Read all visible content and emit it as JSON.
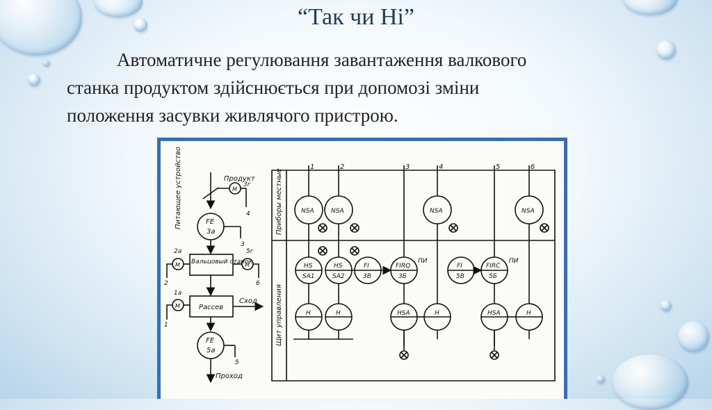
{
  "slide": {
    "title": "“Так чи Ні”",
    "paragraph": [
      "Автоматичне регулювання завантаження валкового",
      "станка продуктом здійснюється при допомозі зміни",
      "положення засувки живлячого пристрою."
    ]
  },
  "diagram": {
    "labels": {
      "feeder": "Питающее устройство",
      "product": "Продукт",
      "mill": "Вальцовый станок",
      "sifter": "Рассев",
      "outlet": "Сход",
      "pass": "Проход",
      "local_instruments": "Приборы местные",
      "control_panel": "Щит управления",
      "pi_1": "ПИ",
      "pi_2": "ПИ"
    },
    "tags": {
      "fe_3a": [
        "FE",
        "3а"
      ],
      "fe_5a": [
        "FE",
        "5а"
      ],
      "m_3g": "М",
      "m_2a": "М",
      "m_5g": "М",
      "m_1a": "М",
      "lbl_3g": "3г",
      "lbl_4": "4",
      "lbl_3": "3",
      "lbl_2a": "2а",
      "lbl_5g": "5г",
      "lbl_2": "2",
      "lbl_6": "6",
      "lbl_1a": "1а",
      "lbl_1": "1",
      "lbl_5": "5"
    },
    "column_numbers": [
      "1",
      "2",
      "3",
      "4",
      "5",
      "6"
    ],
    "local_nsa": [
      "NSA",
      "NSA",
      "NSA",
      "NSA"
    ],
    "panel_row1": [
      [
        "HS",
        "SA1"
      ],
      [
        "HS",
        "SA2"
      ],
      [
        "FI",
        "3В"
      ],
      [
        "FIRQ",
        "3Б"
      ],
      [
        "FI",
        "5В"
      ],
      [
        "FIRC",
        "5Б"
      ]
    ],
    "panel_row2": [
      "H",
      "H",
      "HSA",
      "H",
      "HSA",
      "H"
    ]
  }
}
